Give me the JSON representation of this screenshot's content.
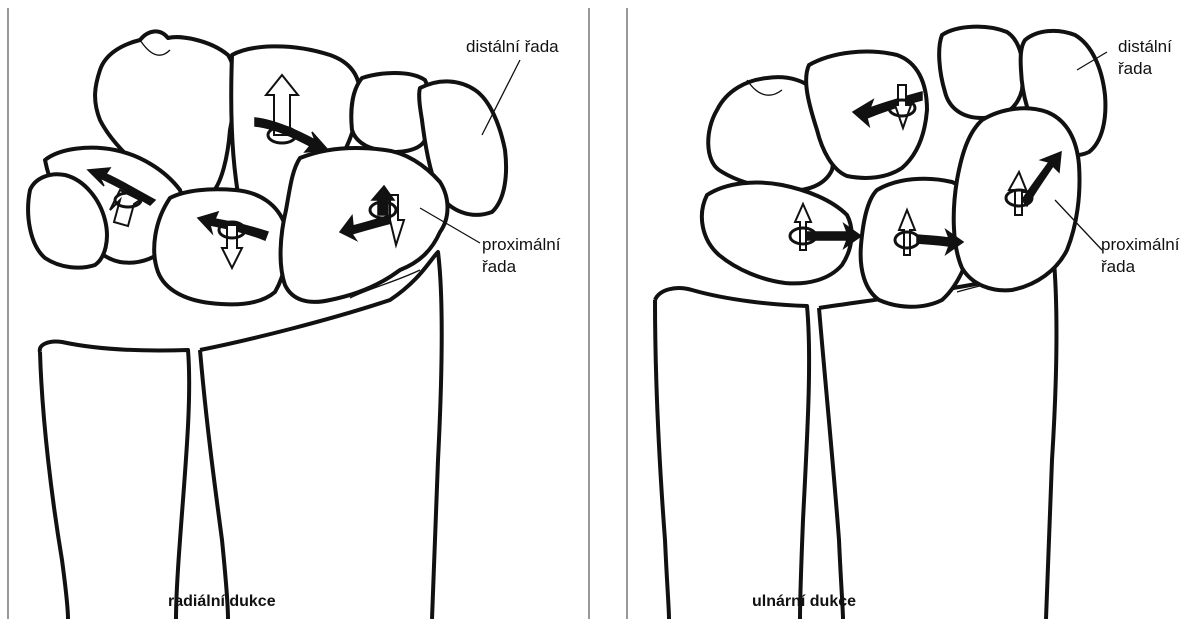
{
  "left_panel": {
    "label_distal": "distální řada",
    "label_proximal_line1": "proximální",
    "label_proximal_line2": "řada",
    "caption": "radiální dukce"
  },
  "right_panel": {
    "label_distal_line1": "distální",
    "label_distal_line2": "řada",
    "label_proximal_line1": "proximální",
    "label_proximal_line2": "řada",
    "caption": "ulnární dukce"
  },
  "icons": {
    "rotation_arrow": "rotation-arrow-icon"
  }
}
